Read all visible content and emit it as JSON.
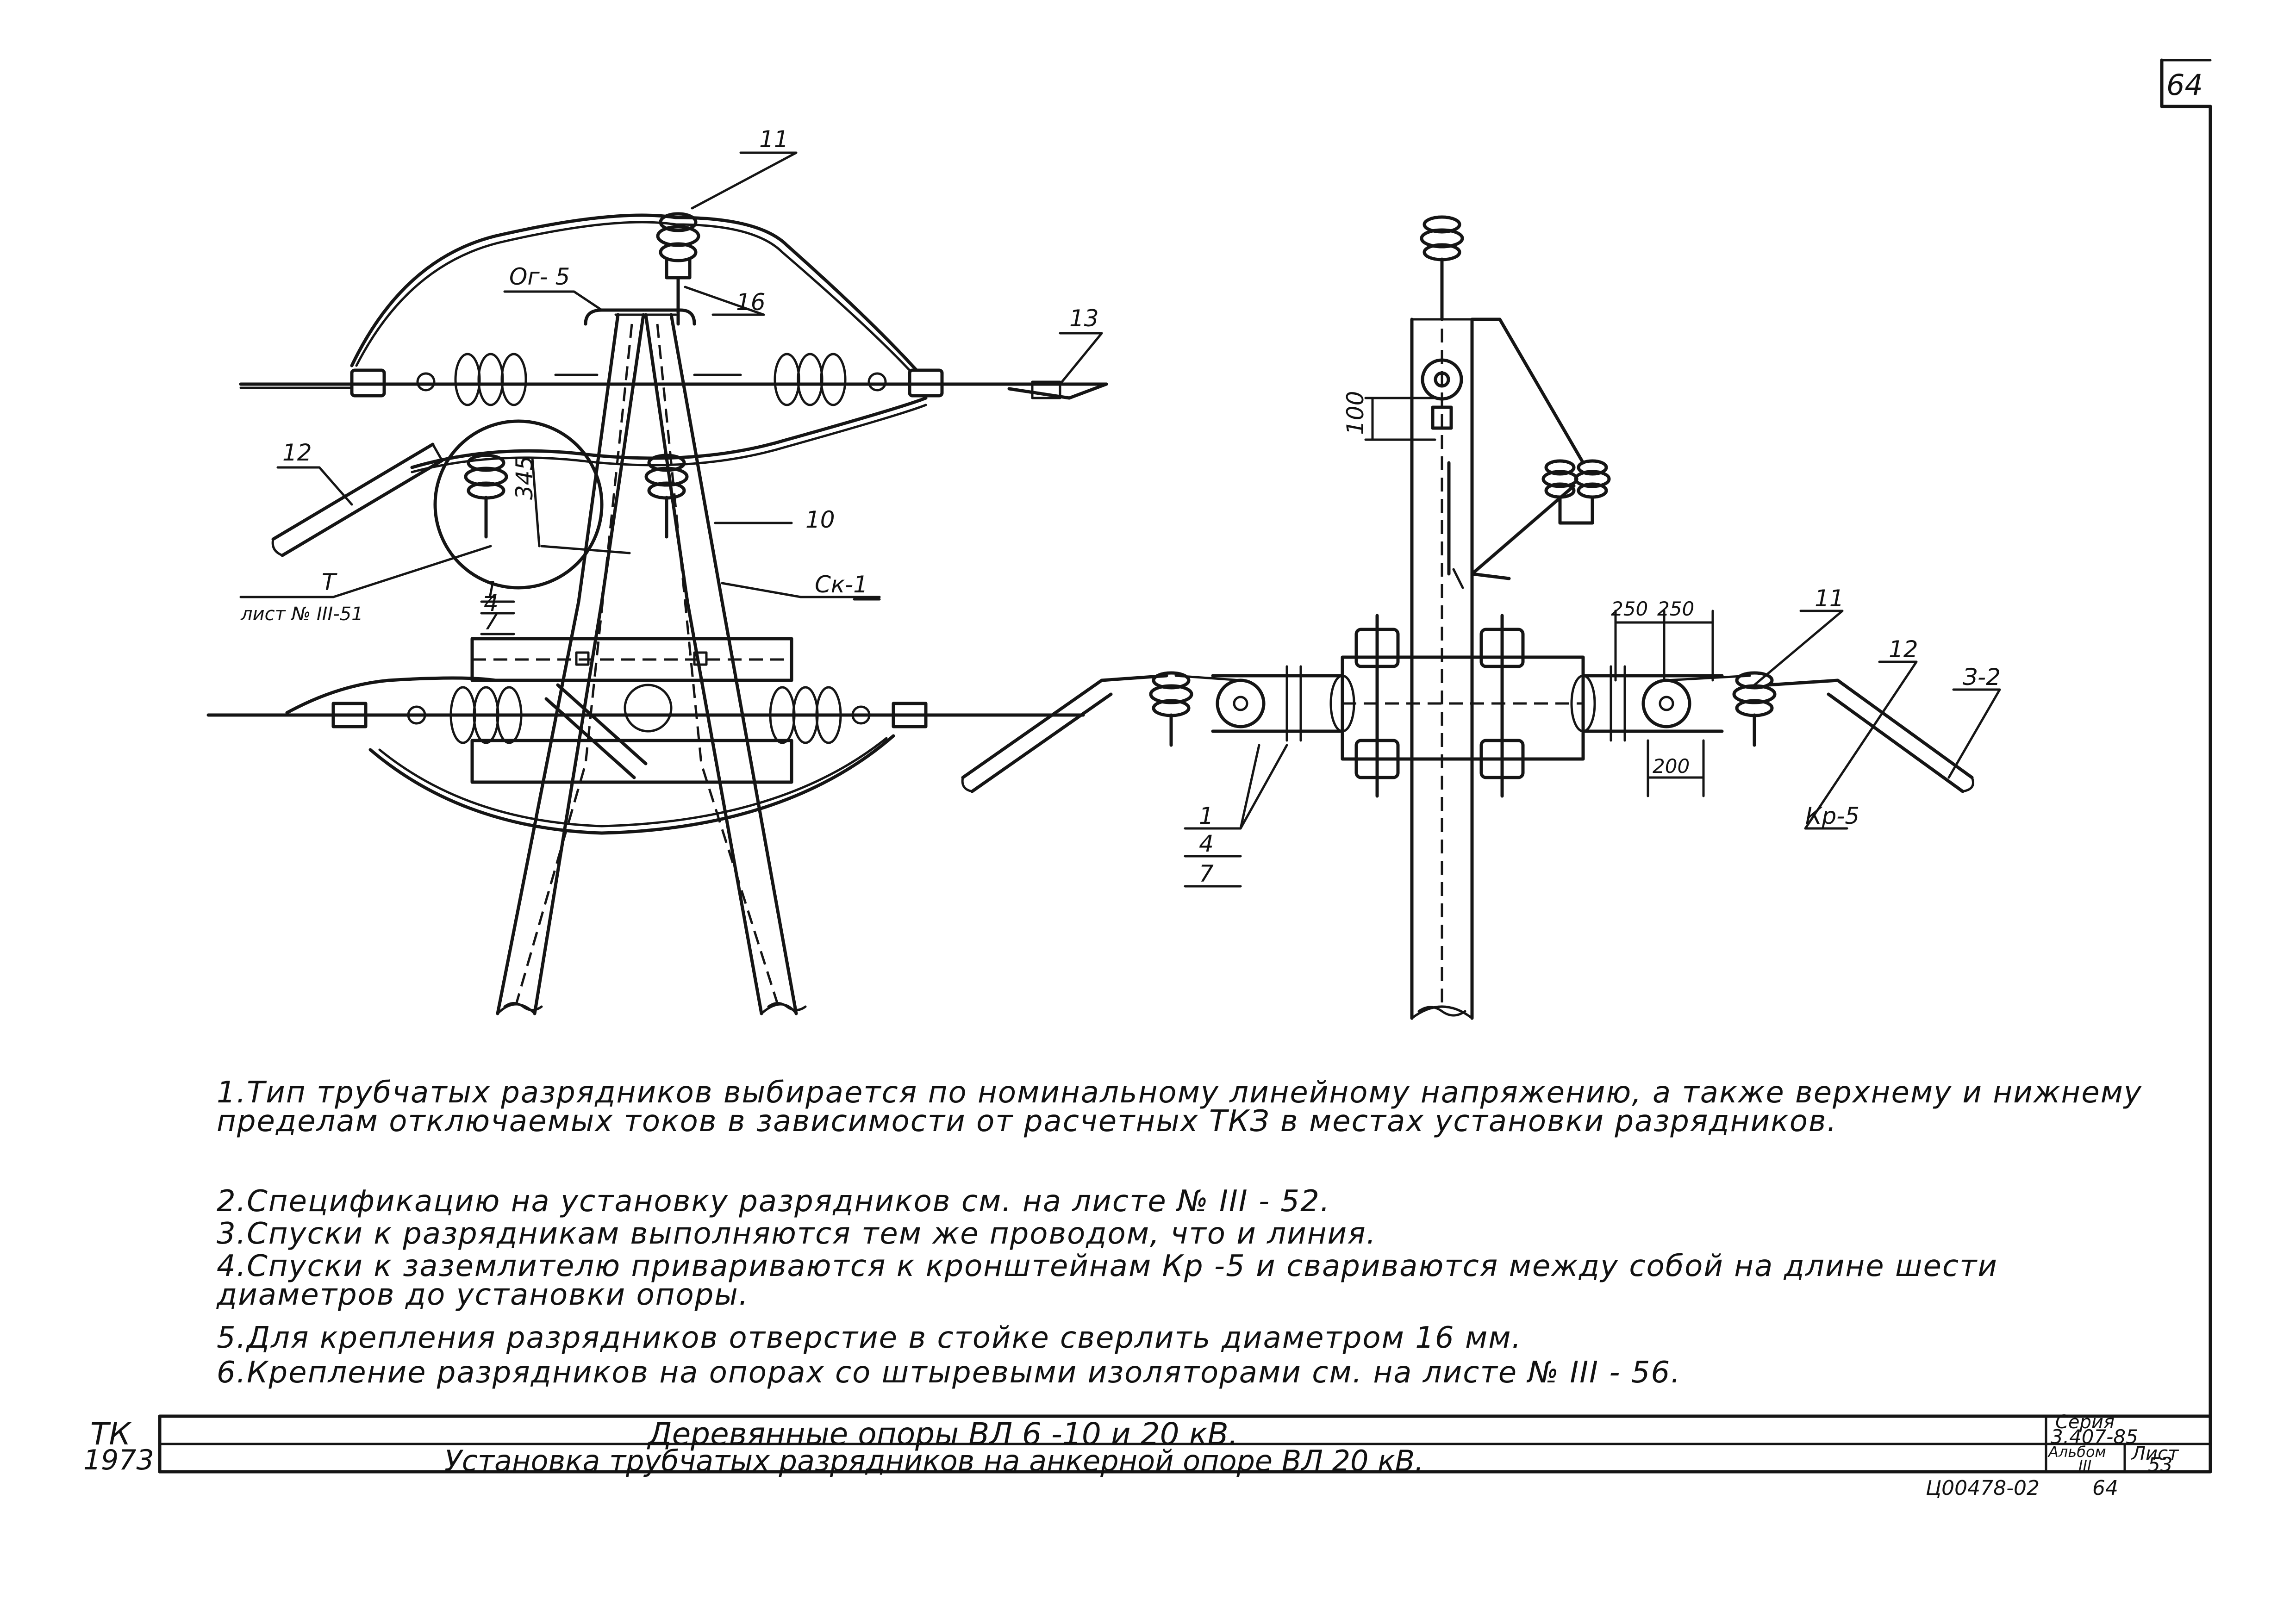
{
  "sheet": {
    "number": "64"
  },
  "labels": {
    "n11": "11",
    "og5": "Ог- 5",
    "n16": "16",
    "n13": "13",
    "n12": "12",
    "dim345": "345",
    "n10": "10",
    "sk1": "Ск-1",
    "ref_T": "T",
    "ref_sheet": "лист № III-51",
    "n1": "1",
    "n4": "4",
    "n7": "7",
    "dim100": "100",
    "dim250a": "250",
    "dim250b": "250",
    "dim200": "200",
    "r11": "11",
    "r12": "12",
    "kp5": "Кр-5",
    "z2": "З-2",
    "r1": "1",
    "r4": "4",
    "r7": "7"
  },
  "notes": [
    "1.Тип трубчатых разрядников выбирается по номинальному линейному напряжению, а также верхнему и нижнему пределам отключаемых токов в зависимости от расчетных ТКЗ в местах установки разрядников.",
    "2.Спецификацию на установку разрядников см. на листе № III - 52.",
    "3.Спуски к разрядникам выполняются тем же проводом, что и линия.",
    "4.Спуски к заземлителю привариваются к кронштейнам Кр -5 и свариваются между собой на длине шести диаметров до установки опоры.",
    "5.Для крепления разрядников отверстие в стойке сверлить диаметром 16 мм.",
    "6.Крепление разрядников на опорах со штыревыми изоляторами см. на листе № III - 56."
  ],
  "title_block": {
    "org": "ТК",
    "year": "1973",
    "title1": "Деревянные опоры ВЛ 6 -10 и 20 кВ.",
    "title2": "Установка трубчатых разрядников на анкерной опоре ВЛ 20 кВ.",
    "series_label": "Серия",
    "series_value": "3.407-85",
    "album_label": "Альбом",
    "album_value": "III",
    "sheet_label": "Лист",
    "sheet_value": "53",
    "doc_code": "Ц00478-02",
    "doc_page": "64"
  }
}
